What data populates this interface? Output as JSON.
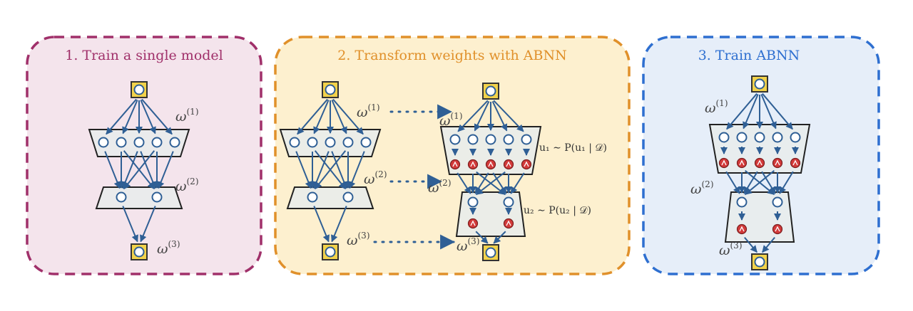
{
  "panels": [
    {
      "title": "1. Train a single model",
      "color": "#a0306a",
      "fill": "#f4e4ec"
    },
    {
      "title": "2. Transform weights with ABNN",
      "color": "#e0902a",
      "fill": "#fdf0cf"
    },
    {
      "title": "3. Train ABNN",
      "color": "#2e6fd0",
      "fill": "#e6eef9"
    }
  ],
  "weights": {
    "base": "ω",
    "sup1": "(1)",
    "sup2": "(2)",
    "sup3": "(3)"
  },
  "equations": {
    "u1": "u₁ ∼ P(u₁ | 𝒟)",
    "u2": "u₂ ∼ P(u₂ | 𝒟)"
  },
  "colors": {
    "edge": "#2f5f95",
    "node_stroke": "#2f5f95",
    "io_fill": "#f2d24a",
    "io_stroke": "#333333",
    "layer_fill": "#e8ecec",
    "layer_stroke": "#222222",
    "sample_fill": "#d23a3a"
  }
}
